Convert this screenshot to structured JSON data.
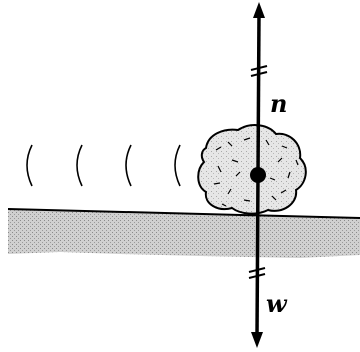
{
  "diagram": {
    "vectors": [
      {
        "symbol": "n",
        "direction": "up"
      },
      {
        "symbol": "w",
        "direction": "down"
      }
    ],
    "tick_marks_per_vector": 2,
    "motion_lines_count": 4,
    "colors": {
      "ink": "#000000",
      "ground_fill": "#c8c8c8",
      "rock_fill": "#e2e2e2",
      "background": "#ffffff"
    }
  }
}
